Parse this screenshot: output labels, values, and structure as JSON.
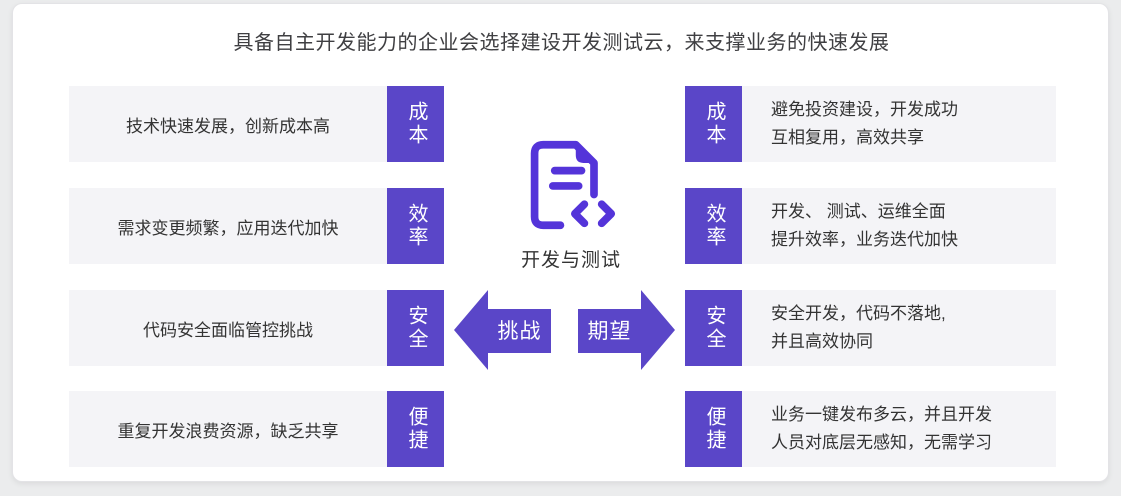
{
  "title": "具备自主开发能力的企业会选择建设开发测试云，来支撑业务的快速发展",
  "center": {
    "icon": "document-code-icon",
    "label": "开发与测试",
    "left_arrow_label": "挑战",
    "right_arrow_label": "期望"
  },
  "challenges": [
    {
      "tag": "成本",
      "text": "技术快速发展，创新成本高"
    },
    {
      "tag": "效率",
      "text": "需求变更频繁，应用迭代加快"
    },
    {
      "tag": "安全",
      "text": "代码安全面临管控挑战"
    },
    {
      "tag": "便捷",
      "text": "重复开发浪费资源，缺乏共享"
    }
  ],
  "expectations": [
    {
      "tag": "成本",
      "line1": "避免投资建设，开发成功",
      "line2": "互相复用，高效共享"
    },
    {
      "tag": "效率",
      "line1": "开发、 测试、运维全面",
      "line2": "提升效率，业务迭代加快"
    },
    {
      "tag": "安全",
      "line1": "安全开发，代码不落地,",
      "line2": "并且高效协同"
    },
    {
      "tag": "便捷",
      "line1": "业务一键发布多云，并且开发",
      "line2": "人员对底层无感知，无需学习"
    }
  ],
  "colors": {
    "tag_purple": "#5a46c8",
    "icon_purple": "#5434d9",
    "row_background": "#f4f4f7",
    "text": "#333333"
  }
}
